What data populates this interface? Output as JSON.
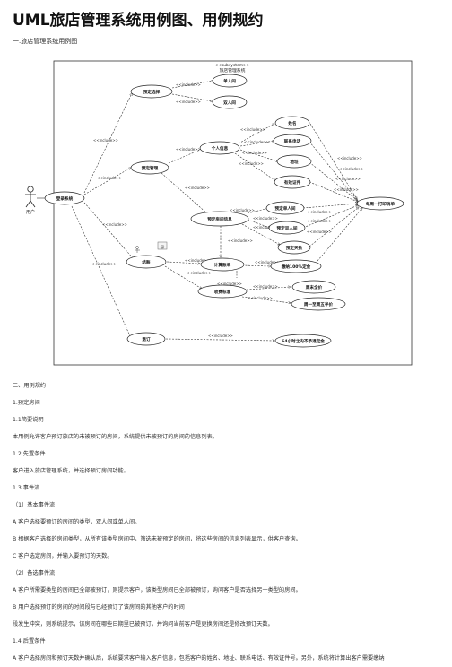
{
  "page": {
    "title": "UML旅店管理系统用例图、用例规约",
    "section1": "一.旅店管理系统用例图"
  },
  "diagram": {
    "stereotype": "<<subsystem>>",
    "system_name": "旅店管理系统",
    "actor": "用户",
    "usecases": {
      "login": "登录系统",
      "choose_room": "预定选择",
      "single": "单人间",
      "double": "双人间",
      "booking": "预定管理",
      "personal": "个人信息",
      "name": "姓名",
      "phone": "联系电话",
      "address": "地址",
      "id": "有效证件",
      "room_info": "预定房间信息",
      "room_single": "预定单人间",
      "room_double": "预定双人间",
      "days": "预定天数",
      "checkout": "结账",
      "bill": "计算账单",
      "discount": "收费标准",
      "weekend_full": "周末全价",
      "weekday_discount": "周一至周五半价",
      "week_print": "每周一打印消单",
      "deposit": "缴纳100%定金",
      "cancel": "退订",
      "refund": "64小时之内不予退定金"
    },
    "include_label": "<<include>>"
  },
  "body": {
    "lines": [
      "二、用例规约",
      "1.预定房间",
      "1.1简要说明",
      "本用例允许客户预订旅店的未被预订的房间，系统提供未被预订的房间的信息列表。",
      "1.2 先置条件",
      "客户进入旅店管理系统，并选择预订房间功能。",
      "1.3 事件流",
      "（1）基本事件流",
      "A 客户选择要预订的房间的类型，双人间或单人间。",
      "B 根据客户选择的房间类型，从所有该类型房间中，筛选未被预定的房间，将这些房间的信息列表显示，供客户查询。",
      "C 客户选定房间，并输入要预订的天数。",
      "（2）备选事件流",
      "A 客户所需要类型的房间已全部被预订，则提示客户，该类型房间已全部被预订，询问客户是否选择另一类型的房间。",
      "B 用户选择预订的房间的时间段与已经预订了该房间的其他客户的时间",
      "段发生冲突，则系统提示，该房间在哪些日期里已被预订，并询问当前客户是更换房间还是修改预订天数。",
      "1.4 后置条件",
      "A 客户选择房间和预订天数并确认后，系统要求客户输入客户信息，包括客户的姓名、地址、联系电话、有效证件号。另外，系统将计算出客户需要缴纳"
    ]
  }
}
